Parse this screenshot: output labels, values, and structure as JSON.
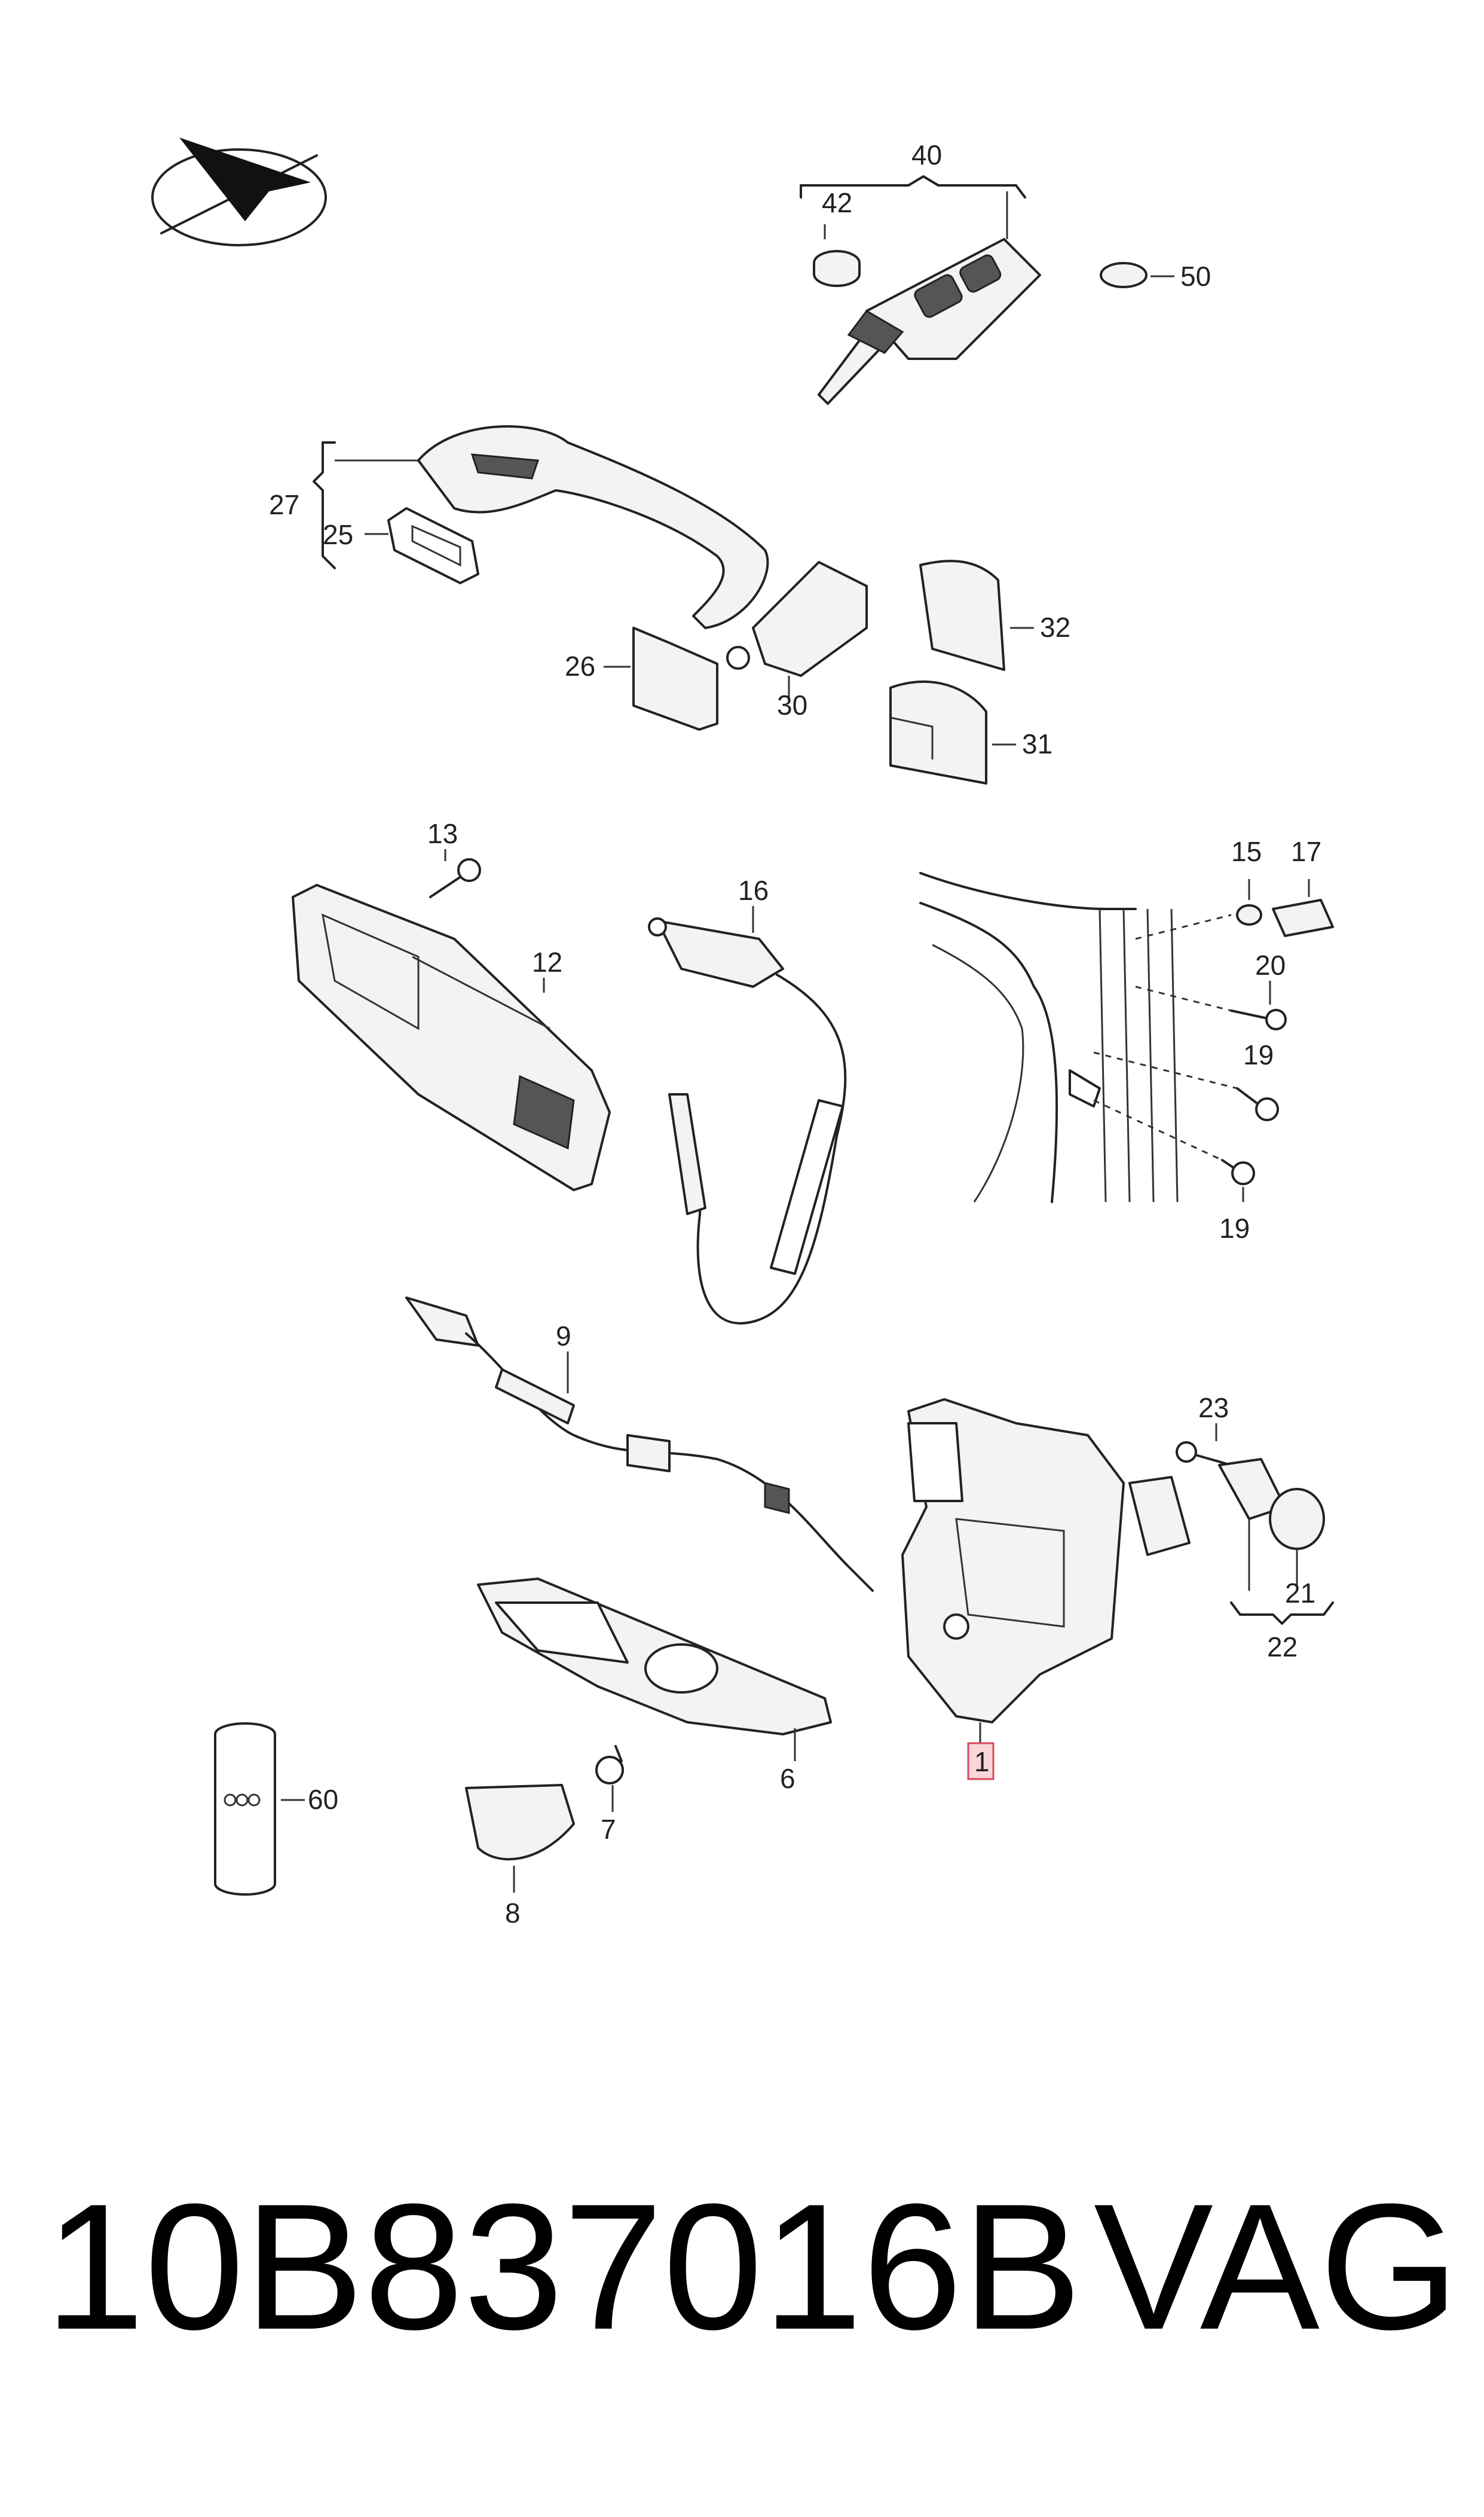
{
  "labels": {
    "p40": "40",
    "p42": "42",
    "p50": "50",
    "p27": "27",
    "p25": "25",
    "p26": "26",
    "p30": "30",
    "p32": "32",
    "p31": "31",
    "p13": "13",
    "p12": "12",
    "p16": "16",
    "p15": "15",
    "p17": "17",
    "p20": "20",
    "p19a": "19",
    "p19b": "19",
    "p9": "9",
    "p23": "23",
    "p21": "21",
    "p22": "22",
    "p60": "60",
    "p7": "7",
    "p6": "6",
    "p8": "8",
    "p1": "1"
  },
  "highlighted_part": "1",
  "footer": {
    "part_number": "10B837016B",
    "brand": "VAG"
  },
  "colors": {
    "line": "#222222",
    "highlight_fill": "#f9d6d9",
    "highlight_stroke": "#d6495a"
  }
}
